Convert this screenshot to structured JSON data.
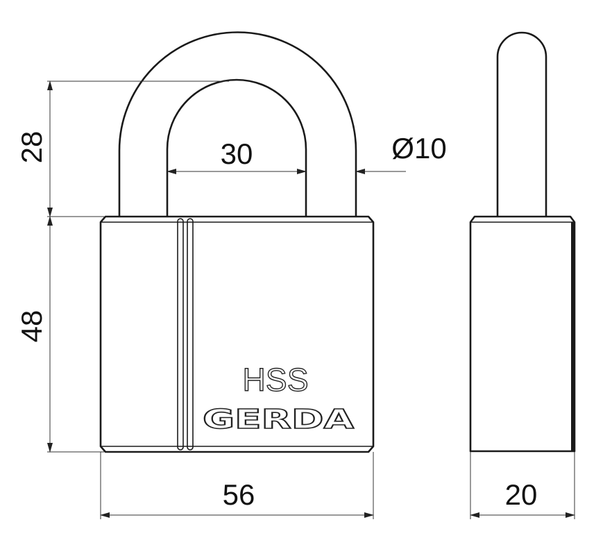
{
  "dimensions": {
    "shackle_height": "28",
    "body_height": "48",
    "shackle_inner_width": "30",
    "shackle_diameter": "Ø10",
    "body_width": "56",
    "body_depth": "20"
  },
  "logo": {
    "grade": "HSS",
    "brand": "GERDA"
  },
  "colors": {
    "line": "#1a1a1a",
    "background": "#ffffff"
  }
}
